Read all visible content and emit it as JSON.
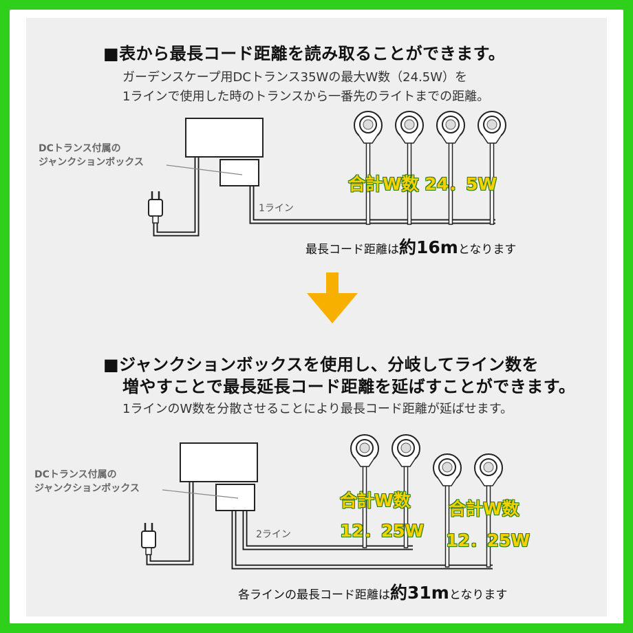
{
  "colors": {
    "frame": "#2fd01c",
    "panel": "#efefef",
    "arrow": "#f7b000",
    "watt_text": "#f4d200",
    "watt_outline": "#2a7a14"
  },
  "section1": {
    "heading": "■表から最長コード距離を読み取ることができます。",
    "sub_line1": "ガーデンスケープ用DCトランス35Wの最大W数（24.5W）を",
    "sub_line2": "1ラインで使用した時のトランスから一番先のライトまでの距離。",
    "callout_line1": "DCトランス付属の",
    "callout_line2": "ジャンクションボックス",
    "line_label": "1ライン",
    "watt_label": "合計W数  24．5W",
    "caption_prefix": "最長コード距離は",
    "caption_em": "約",
    "caption_value": "16m",
    "caption_suffix": "となります"
  },
  "section2": {
    "heading_line1": "■ジャンクションボックスを使用し、分岐してライン数を",
    "heading_line2": "増やすことで最長延長コード距離を延ばすことができます。",
    "sub_line1": "1ラインのW数を分散させることにより最長コード距離が延ばせます。",
    "callout_line1": "DCトランス付属の",
    "callout_line2": "ジャンクションボックス",
    "line_label": "2ライン",
    "watt_a_label": "合計W数",
    "watt_a_value": "12．25W",
    "watt_b_label": "合計W数",
    "watt_b_value": "12．25W",
    "caption_prefix": "各ラインの最長コード距離は",
    "caption_em": "約",
    "caption_value": "31m",
    "caption_suffix": "となります"
  },
  "icons": [
    "transformer-icon",
    "junction-box-icon",
    "power-plug-icon",
    "spotlight-icon",
    "down-arrow-icon"
  ]
}
